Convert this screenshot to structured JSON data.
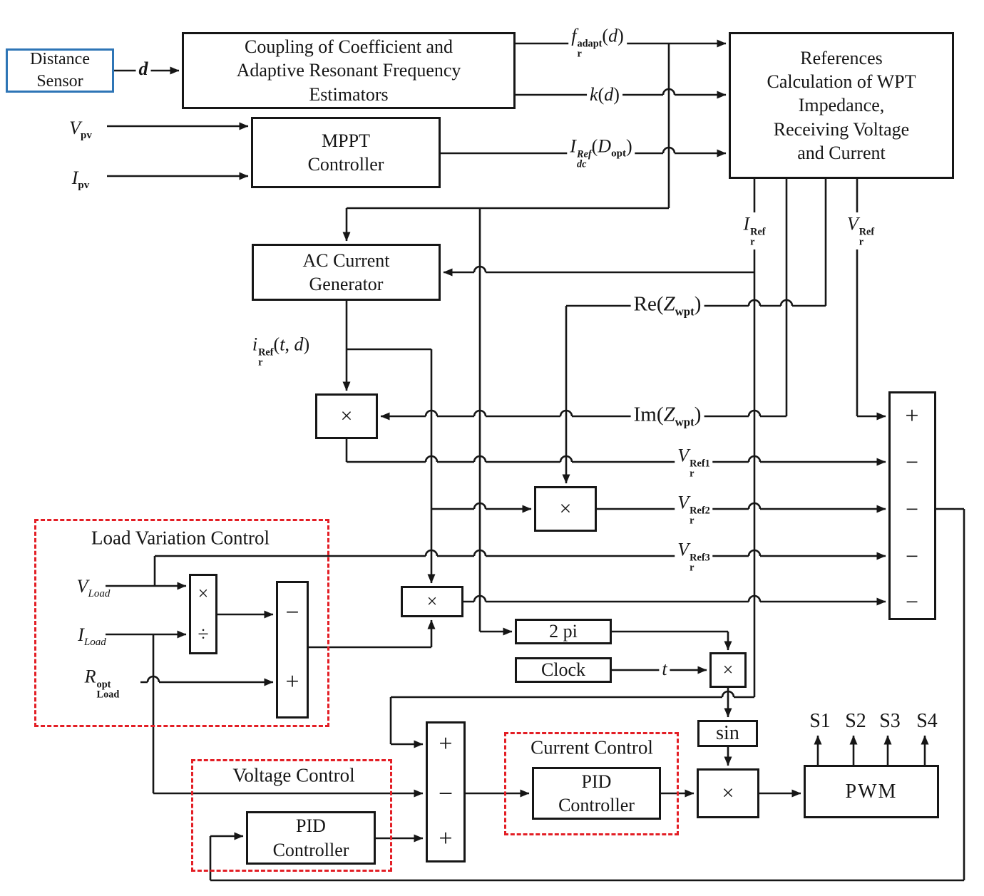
{
  "colors": {
    "line": "#161616",
    "red": "#e31e25",
    "blue": "#2e75b6",
    "background": "#ffffff"
  },
  "blocks": {
    "distance": {
      "lines": [
        "Distance",
        "Sensor"
      ]
    },
    "coupling": {
      "lines": [
        "Coupling of Coefficient and",
        "Adaptive Resonant Frequency",
        "Estimators"
      ]
    },
    "references": {
      "lines": [
        "References",
        "Calculation of WPT",
        "Impedance,",
        "Receiving Voltage",
        "and Current"
      ]
    },
    "mppt": {
      "lines": [
        "MPPT",
        "Controller"
      ]
    },
    "acgen": {
      "lines": [
        "AC Current",
        "Generator"
      ]
    },
    "twopi": {
      "lines": [
        "2 pi"
      ]
    },
    "clock": {
      "lines": [
        "Clock"
      ]
    },
    "sin": {
      "lines": [
        "sin"
      ]
    },
    "pwm": {
      "lines": [
        "PWM"
      ]
    },
    "current_pid": {
      "lines": [
        "PID",
        "Controller"
      ]
    },
    "voltage_pid": {
      "lines": [
        "PID",
        "Controller"
      ]
    }
  },
  "regions": {
    "load": "Load Variation Control",
    "voltage": "Voltage Control",
    "current": "Current Control"
  },
  "ops": {
    "times": "×",
    "divide": "÷",
    "plus": "+",
    "minus": "−"
  },
  "pwm_outputs": [
    "S1",
    "S2",
    "S3",
    "S4"
  ],
  "labels": {
    "d": [
      {
        "t": "d",
        "i": 1,
        "b": 1
      }
    ],
    "f_adapt": [
      {
        "t": "f",
        "i": 1
      },
      {
        "stk": {
          "sup": "adapt",
          "sub": "r"
        }
      },
      {
        "t": "("
      },
      {
        "t": "d",
        "i": 1
      },
      {
        "t": ")"
      }
    ],
    "k_d": [
      {
        "t": "k",
        "i": 1
      },
      {
        "t": "("
      },
      {
        "t": "d",
        "i": 1
      },
      {
        "t": ")"
      }
    ],
    "V_pv": [
      {
        "t": "V",
        "i": 1
      },
      {
        "t": "pv",
        "v": "sub",
        "b": 1
      }
    ],
    "I_pv": [
      {
        "t": "I",
        "i": 1
      },
      {
        "t": "pv",
        "v": "sub",
        "b": 1
      }
    ],
    "I_dc_ref": [
      {
        "t": "I",
        "i": 1
      },
      {
        "stk": {
          "sup": "Ref",
          "sub": "dc"
        },
        "i": 1
      },
      {
        "t": "("
      },
      {
        "t": "D",
        "i": 1
      },
      {
        "t": "opt",
        "v": "sub",
        "b": 1
      },
      {
        "t": ")"
      }
    ],
    "I_r_ref": [
      {
        "t": "I",
        "i": 1
      },
      {
        "stk": {
          "sup": "Ref",
          "sub": "r"
        }
      }
    ],
    "V_r_ref": [
      {
        "t": "V",
        "i": 1
      },
      {
        "stk": {
          "sup": "Ref",
          "sub": "r"
        }
      }
    ],
    "re_z": [
      {
        "t": "Re("
      },
      {
        "t": "Z",
        "i": 1
      },
      {
        "t": "wpt",
        "v": "sub",
        "b": 1
      },
      {
        "t": ")"
      }
    ],
    "im_z": [
      {
        "t": "Im("
      },
      {
        "t": "Z",
        "i": 1
      },
      {
        "t": "wpt",
        "v": "sub",
        "b": 1
      },
      {
        "t": ")"
      }
    ],
    "i_r_ref_td": [
      {
        "t": "i",
        "i": 1
      },
      {
        "stk": {
          "sup": "Ref",
          "sub": "r"
        }
      },
      {
        "t": "("
      },
      {
        "t": "t",
        "i": 1
      },
      {
        "t": ", "
      },
      {
        "t": "d",
        "i": 1
      },
      {
        "t": ")"
      }
    ],
    "v_ref1": [
      {
        "t": "V",
        "i": 1
      },
      {
        "stk": {
          "sup": "Ref1",
          "sub": "r"
        }
      }
    ],
    "v_ref2": [
      {
        "t": "V",
        "i": 1
      },
      {
        "stk": {
          "sup": "Ref2",
          "sub": "r"
        }
      }
    ],
    "v_ref3": [
      {
        "t": "V",
        "i": 1
      },
      {
        "stk": {
          "sup": "Ref3",
          "sub": "r"
        }
      }
    ],
    "V_Load": [
      {
        "t": "V",
        "i": 1
      },
      {
        "t": "Load",
        "v": "sub",
        "i": 1
      }
    ],
    "I_Load": [
      {
        "t": "I",
        "i": 1
      },
      {
        "t": "Load",
        "v": "sub",
        "i": 1
      }
    ],
    "R_opt": [
      {
        "t": "R",
        "i": 1
      },
      {
        "stk": {
          "sup": "opt",
          "sub": "Load"
        }
      }
    ],
    "t": [
      {
        "t": "t",
        "i": 1
      }
    ]
  }
}
